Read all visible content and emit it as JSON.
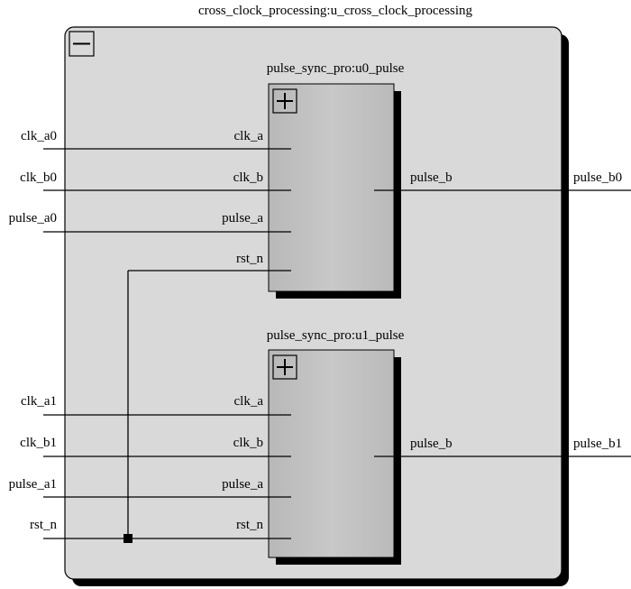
{
  "top_module": {
    "title": "cross_clock_processing:u_cross_clock_processing",
    "collapse_icon": "minus-icon",
    "inputs": [
      "clk_a0",
      "clk_b0",
      "pulse_a0",
      "clk_a1",
      "clk_b1",
      "pulse_a1",
      "rst_n"
    ],
    "outputs": [
      "pulse_b0",
      "pulse_b1"
    ]
  },
  "instances": [
    {
      "title": "pulse_sync_pro:u0_pulse",
      "expand_icon": "plus-icon",
      "ports_in": [
        "clk_a",
        "clk_b",
        "pulse_a",
        "rst_n"
      ],
      "port_out": "pulse_b"
    },
    {
      "title": "pulse_sync_pro:u1_pulse",
      "expand_icon": "plus-icon",
      "ports_in": [
        "clk_a",
        "clk_b",
        "pulse_a",
        "rst_n"
      ],
      "port_out": "pulse_b"
    }
  ],
  "colors": {
    "outer_fill": "#d9d9d9",
    "inner_fill": "#c0c0c0",
    "shadow": "#000000"
  }
}
